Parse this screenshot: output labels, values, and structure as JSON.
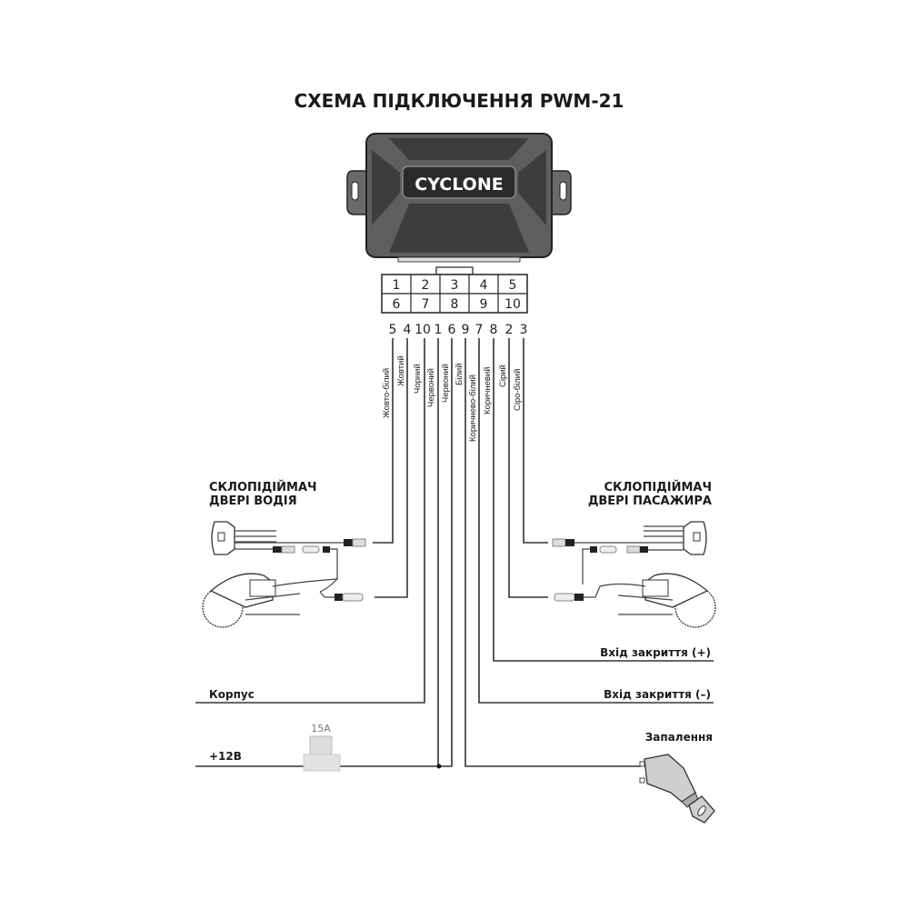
{
  "title": "СХЕМА ПІДКЛЮЧЕННЯ PWM-21",
  "device": {
    "logo": "CYCLONE",
    "body_color": "#5a5a5a",
    "panel_color": "#3f3f3f"
  },
  "connector": {
    "top_row": [
      "1",
      "2",
      "3",
      "4",
      "5"
    ],
    "bottom_row": [
      "6",
      "7",
      "8",
      "9",
      "10"
    ]
  },
  "wires": [
    {
      "pin": "5",
      "color": "Жовто-білий"
    },
    {
      "pin": "4",
      "color": "Жовтий"
    },
    {
      "pin": "10",
      "color": "Чорний"
    },
    {
      "pin": "1",
      "color": "Червоний"
    },
    {
      "pin": "6",
      "color": "Червоний"
    },
    {
      "pin": "9",
      "color": "Білий"
    },
    {
      "pin": "7",
      "color": "Коричнево-білий"
    },
    {
      "pin": "8",
      "color": "Коричневий"
    },
    {
      "pin": "2",
      "color": "Сірий"
    },
    {
      "pin": "3",
      "color": "Сіро-білий"
    }
  ],
  "driver": {
    "line1": "СКЛОПІДІЙМАЧ",
    "line2": "ДВЕРІ ВОДІЯ"
  },
  "passenger": {
    "line1": "СКЛОПІДІЙМАЧ",
    "line2": "ДВЕРІ ПАСАЖИРА"
  },
  "terminals": {
    "ground": "Корпус",
    "power": "+12В",
    "fuse": "15А",
    "lock_plus": "Вхід закриття (+)",
    "lock_minus": "Вхід закриття (–)",
    "ignition": "Запалення"
  }
}
